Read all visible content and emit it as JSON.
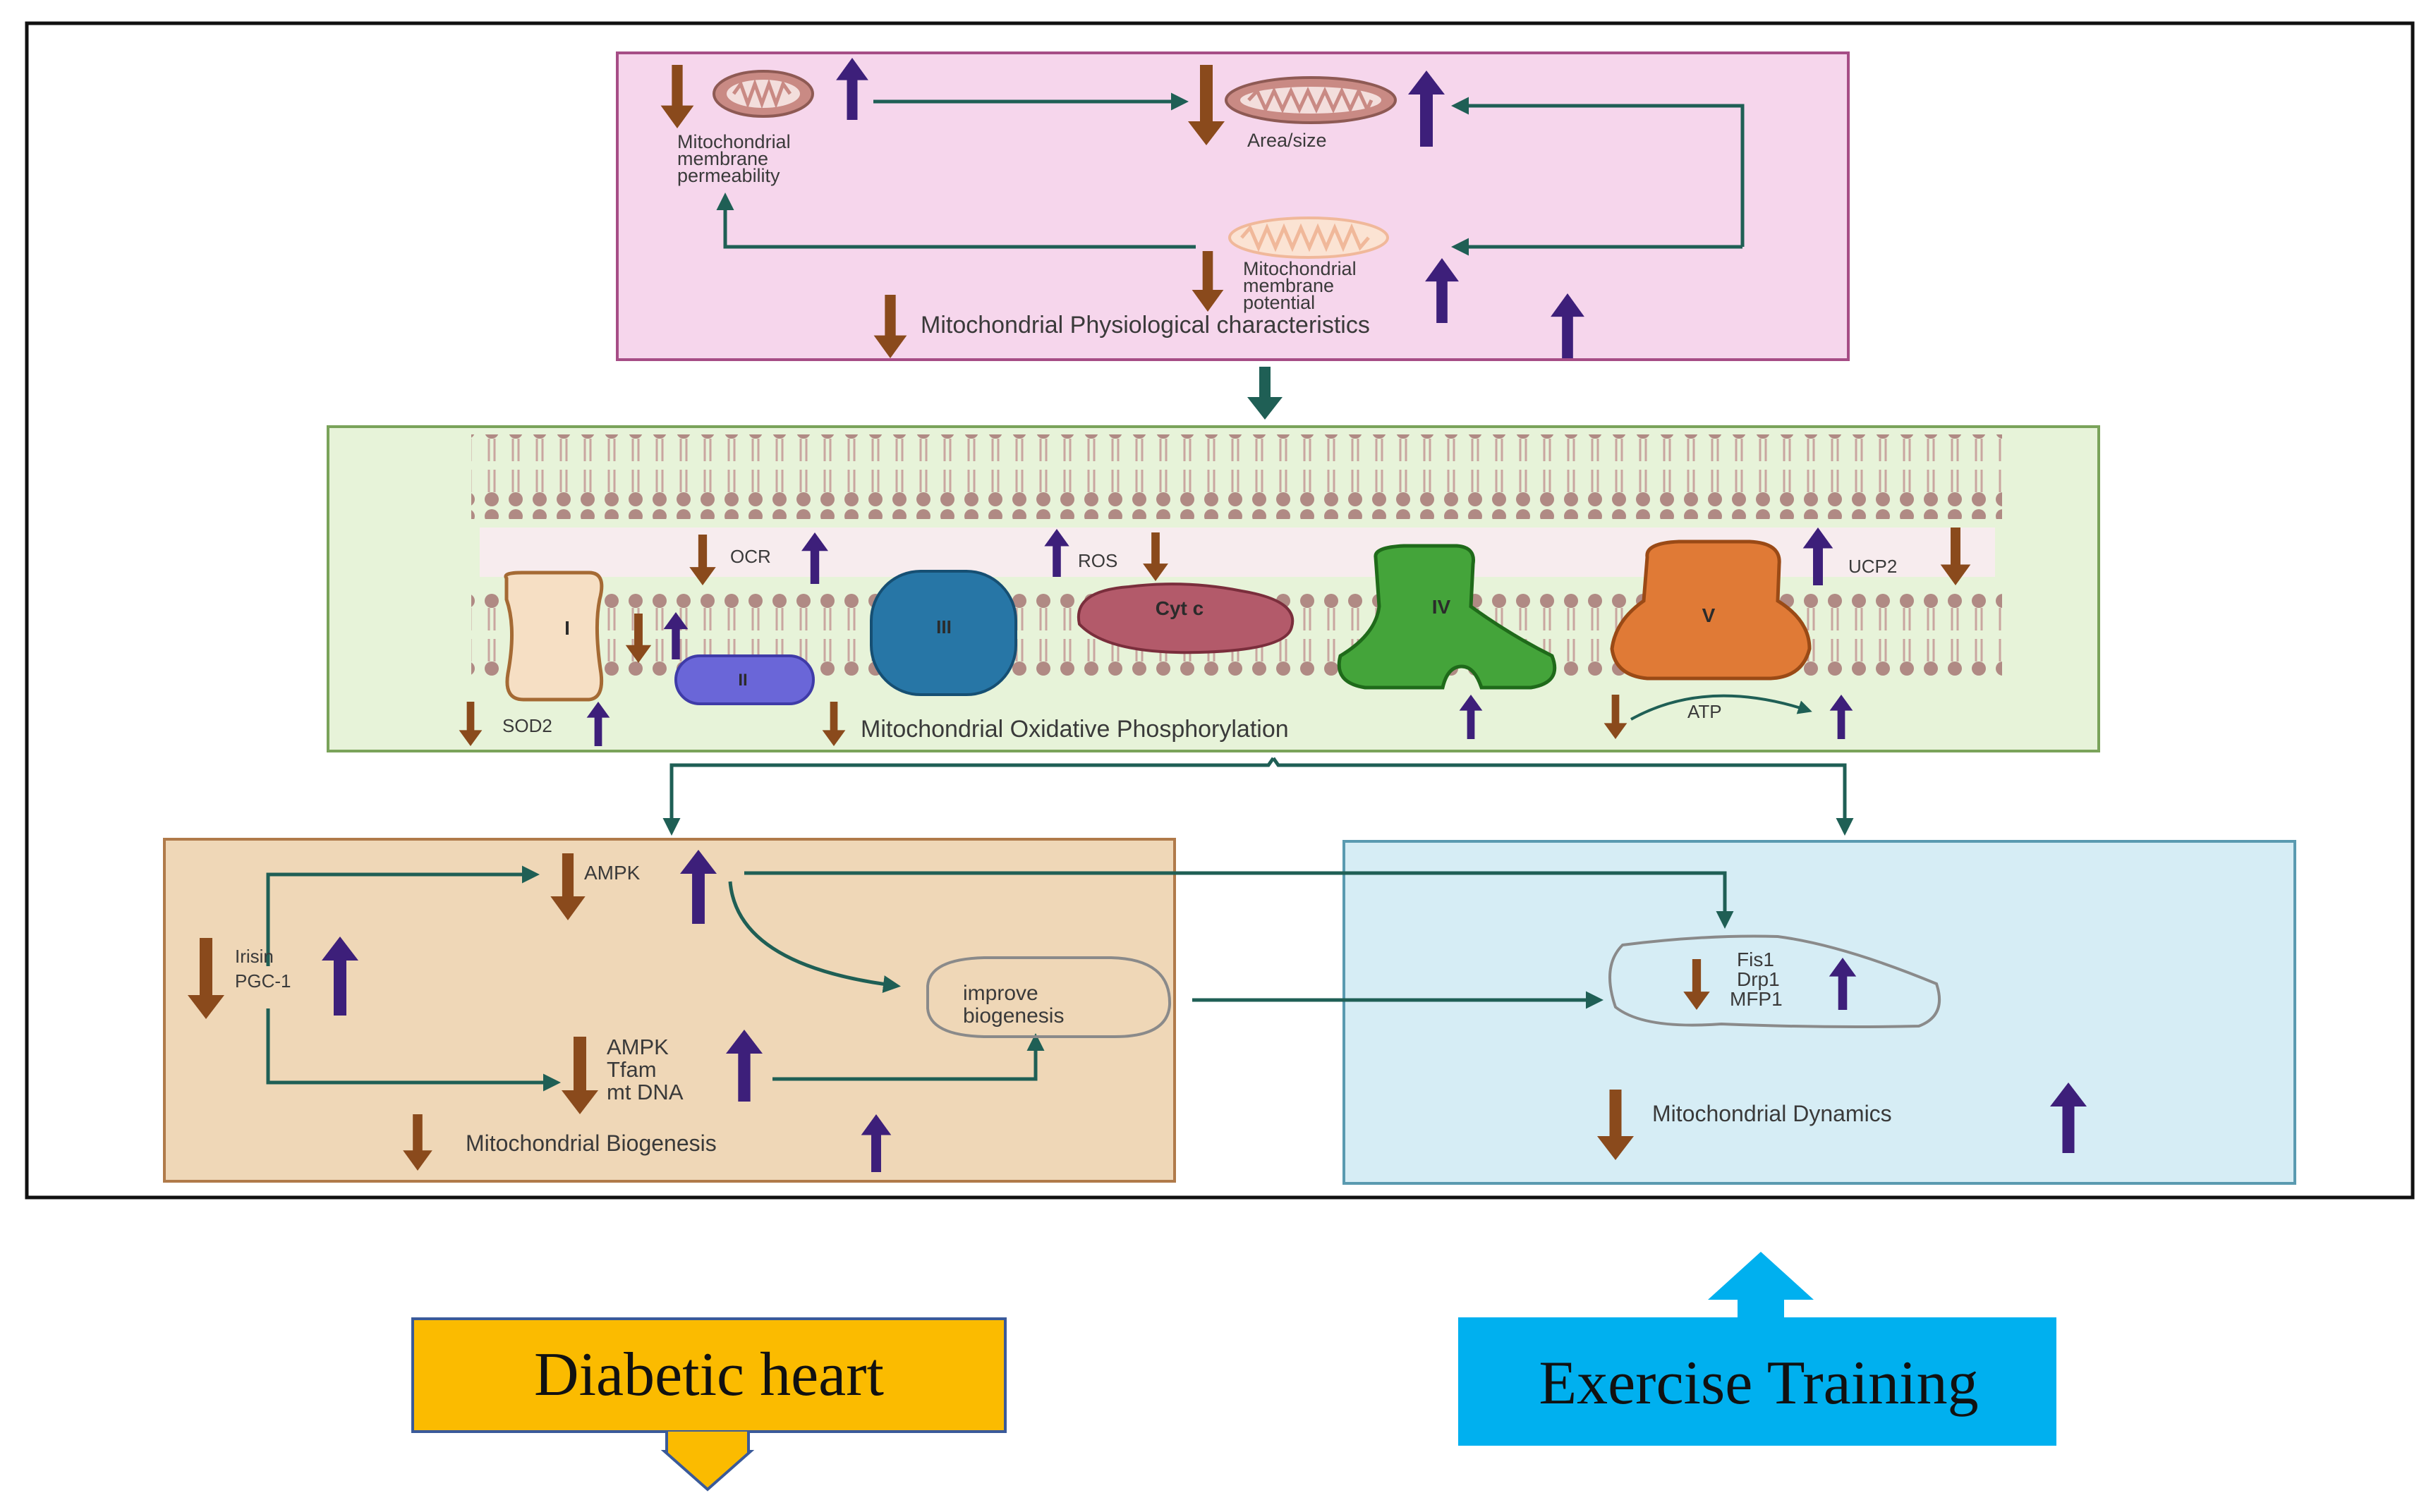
{
  "physiology": {
    "permeability": [
      "Mitochondrial",
      "membrane",
      "permeability"
    ],
    "area": "Area/size",
    "potential": [
      "Mitochondrial",
      "membrane",
      "potential"
    ],
    "title": "Mitochondrial Physiological characteristics"
  },
  "oxphos": {
    "ocr": "OCR",
    "ros": "ROS",
    "ucp2": "UCP2",
    "sod2": "SOD2",
    "atp": "ATP",
    "complexes": {
      "c1": "I",
      "c2": "II",
      "c3": "III",
      "cytc": "Cyt c",
      "c4": "IV",
      "c5": "V"
    },
    "title": "Mitochondrial Oxidative Phosphorylation"
  },
  "biogenesis": {
    "ampk": "AMPK",
    "irisin": "Irisin",
    "pgc1": "PGC-1",
    "improve": [
      "improve",
      "biogenesis"
    ],
    "factors": [
      "AMPK",
      "Tfam",
      "mt DNA"
    ],
    "title": "Mitochondrial Biogenesis"
  },
  "dynamics": {
    "proteins": [
      "Fis1",
      "Drp1",
      "MFP1"
    ],
    "title": "Mitochondrial Dynamics"
  },
  "legend": {
    "diabetic": "Diabetic heart",
    "exercise": "Exercise Training"
  },
  "colors": {
    "down_arrow": "#8a4a1c",
    "up_arrow": "#3d1f7a",
    "flow_arrow": "#1f5f55",
    "physiology_bg": "#f6d6ec",
    "oxphos_bg": "#e7f3d9",
    "biogenesis_bg": "#efd7b7",
    "dynamics_bg": "#d6edf5",
    "diabetic_bg": "#fbbb00",
    "exercise_bg": "#00b0ef"
  }
}
